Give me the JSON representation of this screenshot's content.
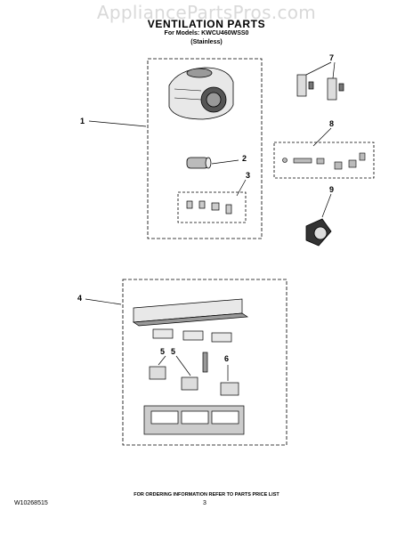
{
  "watermark": "AppliancePartsPros.com",
  "title": "VENTILATION PARTS",
  "subtitle": "For Models: KWCU460WSS0",
  "subtitle_variant": "(Stainless)",
  "callouts": [
    "1",
    "2",
    "3",
    "4",
    "5",
    "5",
    "6",
    "7",
    "8",
    "9"
  ],
  "footer_note": "FOR ORDERING INFORMATION REFER TO PARTS PRICE LIST",
  "document_number": "W10268515",
  "page_number": "3"
}
